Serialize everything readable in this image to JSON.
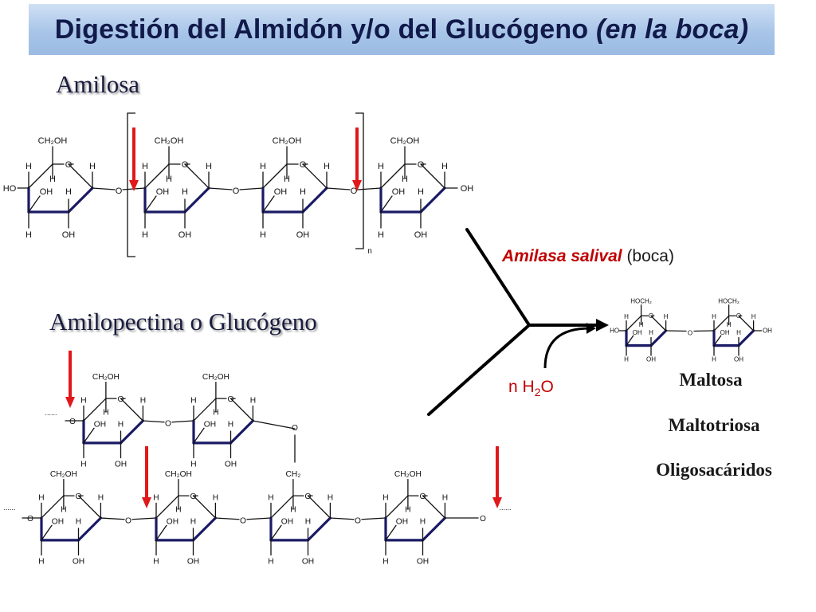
{
  "title": {
    "main": "Digestión del Almidón y/o del Glucógeno ",
    "italic": "(en la boca)"
  },
  "amilosa": {
    "heading": "Amilosa",
    "repeat_subscript": "n"
  },
  "amilopectina": {
    "heading": "Amilopectina o Glucógeno"
  },
  "enzyme": {
    "name": "Amilasa salival",
    "place": " (boca)"
  },
  "water": {
    "prefix": "n H",
    "sub": "2",
    "suffix": "O"
  },
  "products": [
    "Maltosa",
    "Maltotriosa",
    "Oligosacáridos"
  ],
  "ring_labels": {
    "ch2oh": "CH₂OH",
    "ch2": "CH₂",
    "hoch2": "HOCH₂",
    "o": "O",
    "h": "H",
    "oh": "OH",
    "ho": "HO",
    "dots": "......"
  },
  "colors": {
    "arrow": "#e0181b",
    "bond": "#1a1a66",
    "title_text": "#111a4a"
  }
}
